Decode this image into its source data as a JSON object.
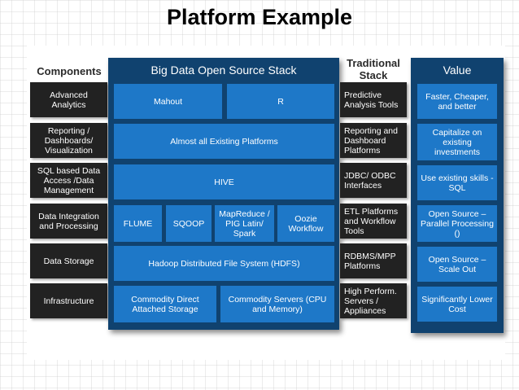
{
  "title": "Platform Example",
  "components": {
    "header": "Components",
    "items": [
      "Advanced Analytics",
      "Reporting / Dashboards/ Visualization",
      "SQL based Data Access /Data Management",
      "Data Integration and Processing",
      "Data Storage",
      "Infrastructure"
    ]
  },
  "stack": {
    "header": "Big Data Open Source Stack",
    "mahout": "Mahout",
    "r": "R",
    "platforms": "Almost all Existing Platforms",
    "hive": "HIVE",
    "flume": "FLUME",
    "sqoop": "SQOOP",
    "mapreduce": "MapReduce / PIG Latin/ Spark",
    "oozie": "Oozie Workflow",
    "hdfs": "Hadoop Distributed File System (HDFS)",
    "commodity_storage": "Commodity Direct Attached Storage",
    "commodity_servers": "Commodity Servers (CPU and Memory)"
  },
  "traditional": {
    "header": "Traditional Stack",
    "items": [
      "Predictive Analysis Tools",
      "Reporting and Dashboard Platforms",
      "JDBC/ ODBC Interfaces",
      "ETL Platforms and Workflow Tools",
      "RDBMS/MPP Platforms",
      "High Perform. Servers / Appliances"
    ]
  },
  "value": {
    "header": "Value",
    "items": [
      "Faster, Cheaper, and better",
      "Capitalize on existing investments",
      "Use existing skills - SQL",
      "Open Source – Parallel Processing ()",
      "Open Source – Scale Out",
      "Significantly Lower Cost"
    ]
  }
}
